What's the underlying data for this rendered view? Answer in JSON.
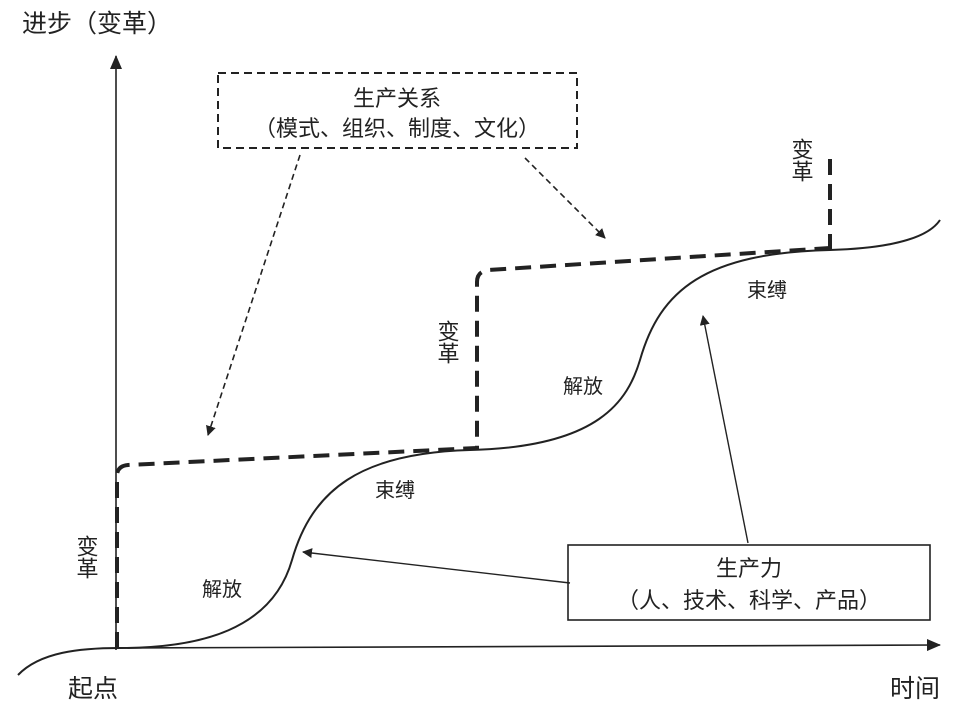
{
  "axes": {
    "y_label": "进步（变革）",
    "x_label": "时间",
    "origin_label": "起点"
  },
  "relations_box": {
    "title": "生产关系",
    "subtitle": "（模式、组织、制度、文化）"
  },
  "forces_box": {
    "title": "生产力",
    "subtitle": "（人、技术、科学、产品）"
  },
  "change_labels": [
    "变革",
    "变革",
    "变革"
  ],
  "curve_labels": {
    "liberate_1": "解放",
    "bind_1": "束缚",
    "liberate_2": "解放",
    "bind_2": "束缚"
  },
  "colors": {
    "line": "#222222",
    "background": "#ffffff"
  }
}
